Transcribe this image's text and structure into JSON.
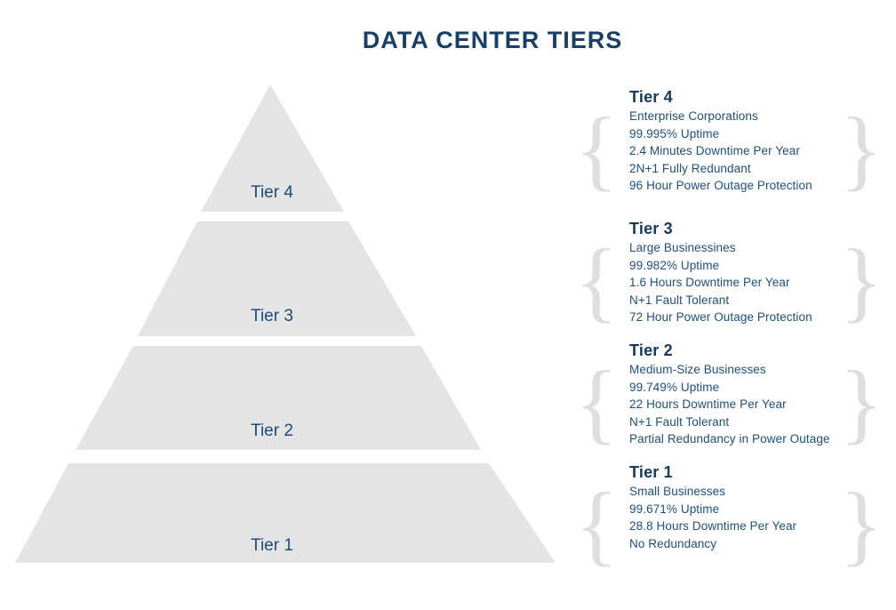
{
  "title": "DATA CENTER TIERS",
  "colors": {
    "title": "#173f68",
    "heading": "#163a60",
    "body": "#1e4f80",
    "pyramid_fill": "#e4e4e4",
    "pyramid_label": "#1c4a7a",
    "brace": "#dedede"
  },
  "pyramid": {
    "tiers": [
      {
        "label": "Tier 4"
      },
      {
        "label": "Tier 3"
      },
      {
        "label": "Tier 2"
      },
      {
        "label": "Tier 1"
      }
    ]
  },
  "sections": [
    {
      "heading": "Tier 4",
      "lines": [
        "Enterprise Corporations",
        "99.995% Uptime",
        "2.4 Minutes Downtime Per Year",
        "2N+1 Fully Redundant",
        "96 Hour Power Outage Protection"
      ]
    },
    {
      "heading": "Tier 3",
      "lines": [
        "Large Businessines",
        "99.982% Uptime",
        "1.6 Hours Downtime Per Year",
        "N+1 Fault Tolerant",
        "72 Hour Power Outage Protection"
      ]
    },
    {
      "heading": "Tier 2",
      "lines": [
        "Medium-Size Businesses",
        "99.749% Uptime",
        "22 Hours Downtime Per Year",
        "N+1 Fault Tolerant",
        "Partial Redundancy in Power Outage"
      ]
    },
    {
      "heading": "Tier 1",
      "lines": [
        "Small Businesses",
        "99.671% Uptime",
        "28.8 Hours Downtime Per Year",
        "No Redundancy"
      ]
    }
  ],
  "decor": {
    "left_brace": "{",
    "right_brace": "}"
  }
}
